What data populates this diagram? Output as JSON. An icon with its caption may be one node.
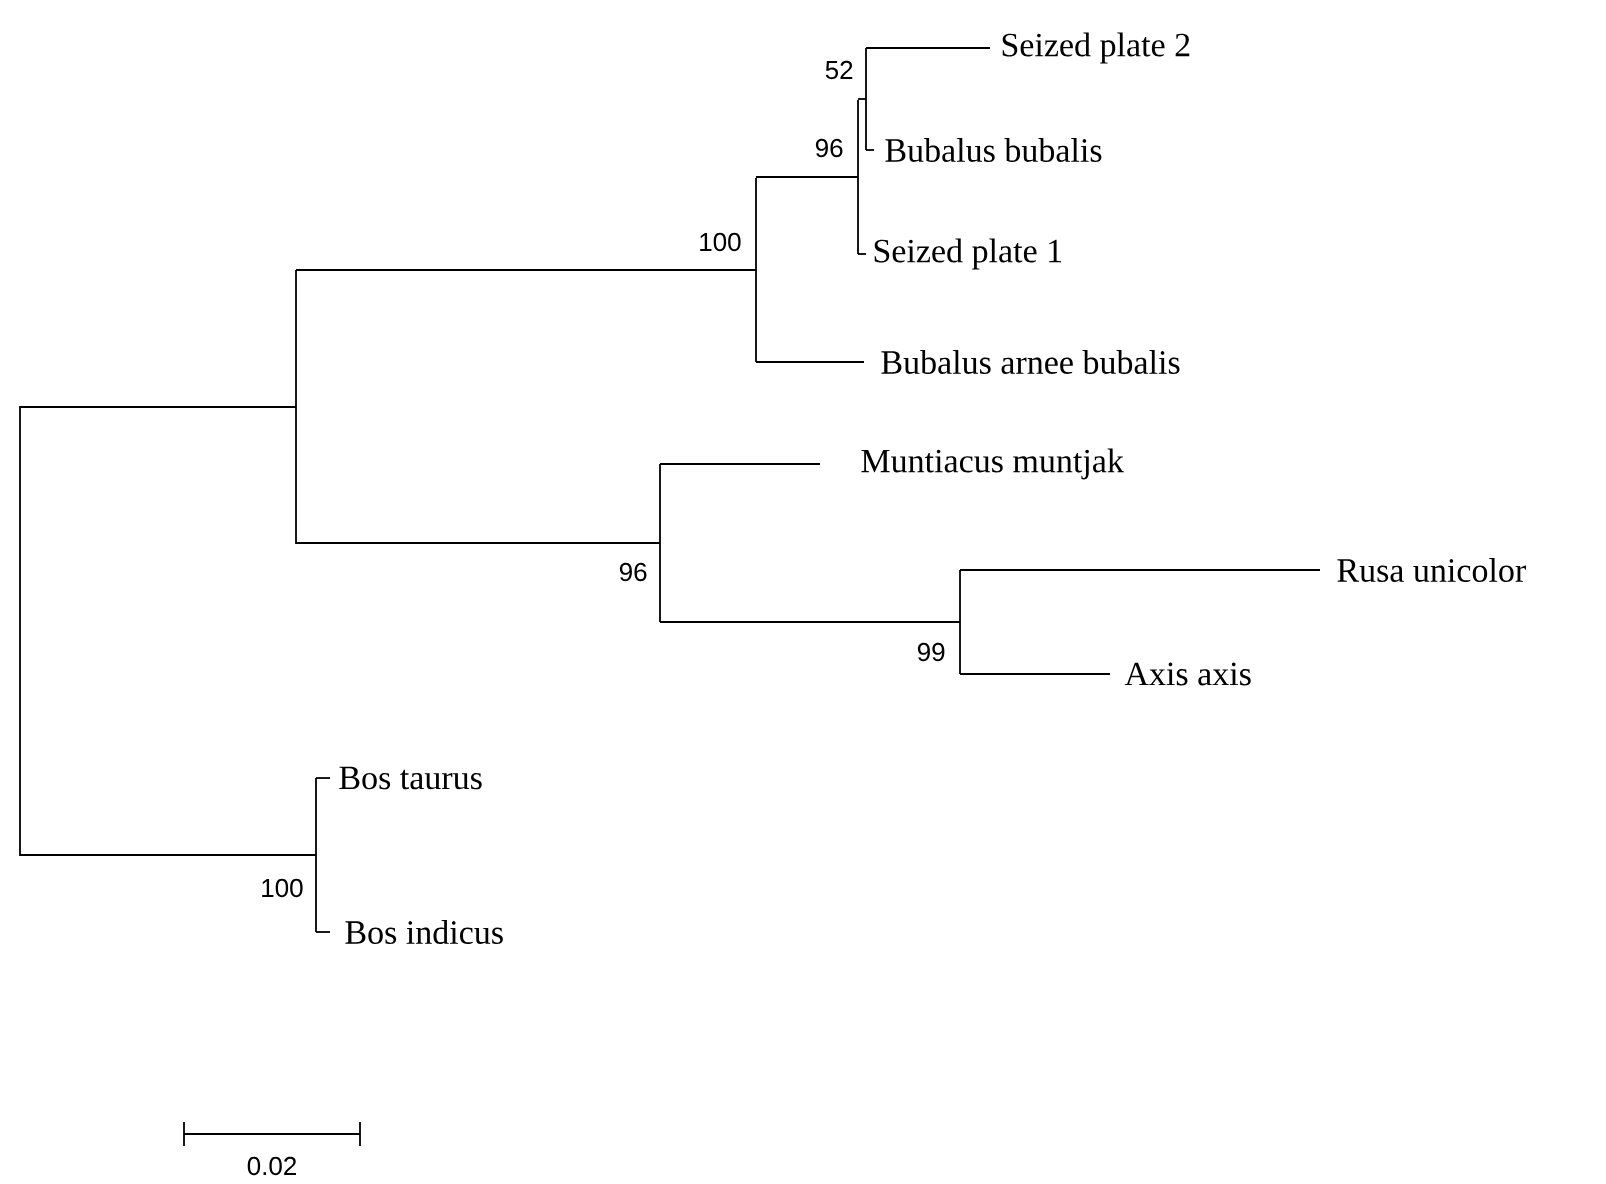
{
  "diagram": {
    "nodes": [
      {
        "text": [],
        "shape": "bar"
      },
      {
        "text": [],
        "shape": "bar"
      },
      {
        "text": [],
        "shape": "bar",
        "beside": [
          "100"
        ]
      },
      {
        "text": [],
        "shape": "bar",
        "beside": [
          "96"
        ]
      },
      {
        "text": [],
        "shape": "bar",
        "beside": [
          "52"
        ]
      },
      {
        "text": [
          "Seized plate 2"
        ]
      },
      {
        "text": [
          "Bubalus bubalis"
        ]
      },
      {
        "text": [
          "Seized plate 1"
        ]
      },
      {
        "text": [
          "Bubalus arnee bubalis"
        ]
      },
      {
        "text": [],
        "shape": "bar",
        "beside": [
          "96"
        ]
      },
      {
        "text": [
          "Muntiacus muntjak"
        ]
      },
      {
        "text": [],
        "shape": "bar",
        "beside": [
          "99"
        ]
      },
      {
        "text": [
          "Rusa unicolor"
        ]
      },
      {
        "text": [
          "Axis axis"
        ]
      },
      {
        "text": [],
        "shape": "bar",
        "beside": [
          "100"
        ]
      },
      {
        "text": [
          "Bos taurus"
        ]
      },
      {
        "text": [
          "Bos indicus"
        ]
      }
    ],
    "edges": [
      {
        "from": 0,
        "to": 1,
        "arrow": "none"
      },
      {
        "from": 1,
        "to": 2,
        "arrow": "none"
      },
      {
        "from": 2,
        "to": 3,
        "arrow": "none"
      },
      {
        "from": 3,
        "to": 4,
        "arrow": "none"
      },
      {
        "from": 4,
        "to": 5,
        "arrow": "none"
      },
      {
        "from": 4,
        "to": 6,
        "arrow": "none"
      },
      {
        "from": 3,
        "to": 7,
        "arrow": "none"
      },
      {
        "from": 2,
        "to": 8,
        "arrow": "none"
      },
      {
        "from": 1,
        "to": 9,
        "arrow": "none"
      },
      {
        "from": 9,
        "to": 10,
        "arrow": "none"
      },
      {
        "from": 9,
        "to": 11,
        "arrow": "none"
      },
      {
        "from": 11,
        "to": 12,
        "arrow": "none"
      },
      {
        "from": 11,
        "to": 13,
        "arrow": "none"
      },
      {
        "from": 0,
        "to": 14,
        "arrow": "none"
      },
      {
        "from": 14,
        "to": 15,
        "arrow": "none"
      },
      {
        "from": 14,
        "to": 16,
        "arrow": "none"
      }
    ],
    "labels": [
      "0.02"
    ]
  }
}
